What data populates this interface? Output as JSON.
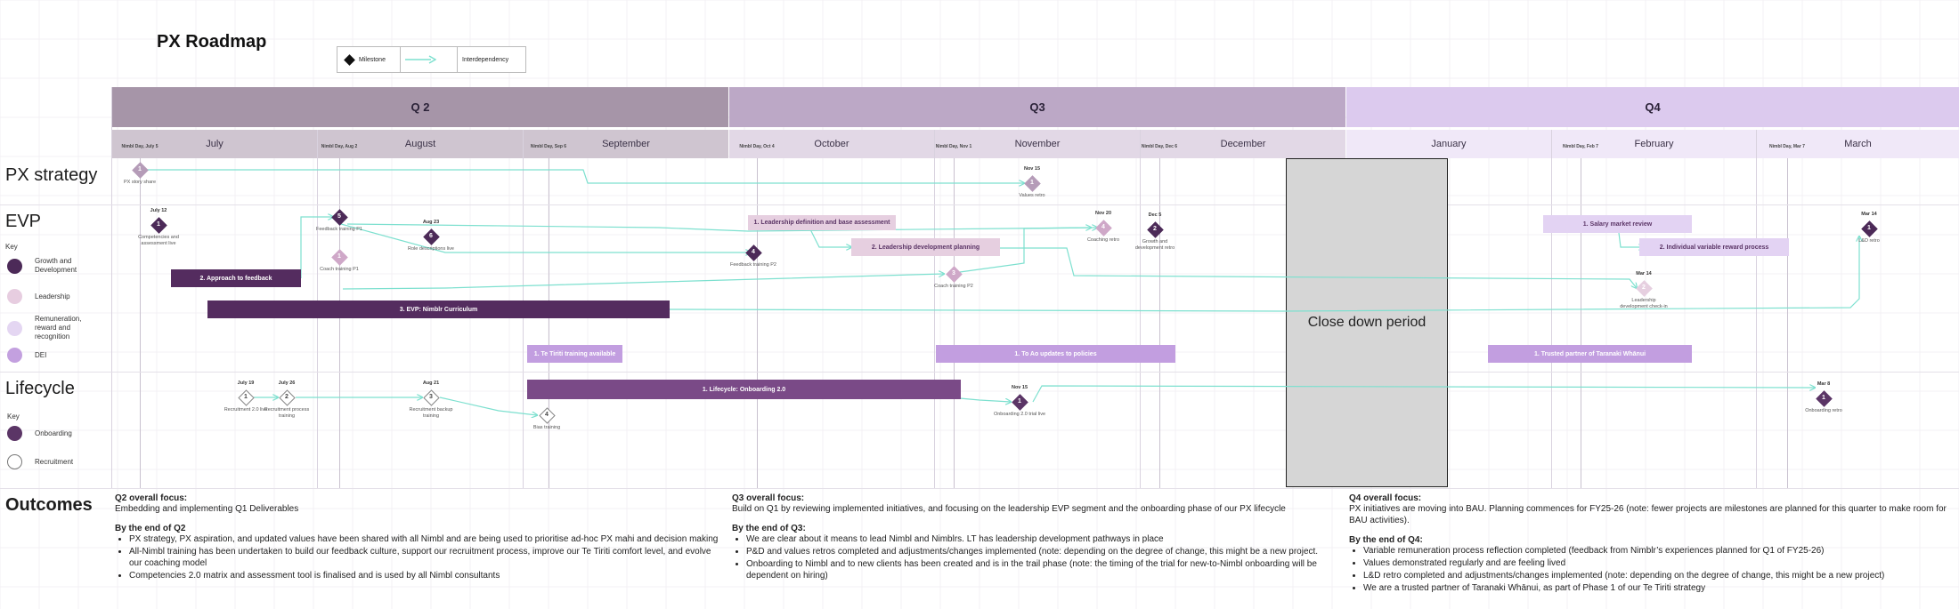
{
  "title": "PX Roadmap",
  "legend": {
    "milestone": "Milestone",
    "interdependency": "Interdependency"
  },
  "quarters": [
    {
      "label": "Q 2",
      "color": "#a695a8"
    },
    {
      "label": "Q3",
      "color": "#bca8c6"
    },
    {
      "label": "Q4",
      "color": "#dccaee"
    }
  ],
  "months": [
    "July",
    "August",
    "September",
    "October",
    "November",
    "December",
    "January",
    "February",
    "March"
  ],
  "nimbl_days": [
    {
      "label": "Nimbl Day, July 5"
    },
    {
      "label": "Nimbl Day, Aug 2"
    },
    {
      "label": "Nimbl Day, Sep 6"
    },
    {
      "label": "Nimbl Day, Oct 4"
    },
    {
      "label": "Nimbl Day, Nov 1"
    },
    {
      "label": "Nimbl Day, Dec 6"
    },
    {
      "label": "Nimbl Day, Feb 7"
    },
    {
      "label": "Nimbl Day, Mar 7"
    }
  ],
  "sections": {
    "px_strategy": "PX strategy",
    "evp": "EVP",
    "lifecycle": "Lifecycle",
    "outcomes": "Outcomes"
  },
  "evp_key": {
    "title": "Key",
    "items": [
      {
        "label": "Growth and Development",
        "color": "#4c2a58"
      },
      {
        "label": "Leadership",
        "color": "#e7cde0"
      },
      {
        "label": "Remuneration, reward and recognition",
        "color": "#e4d6f2"
      },
      {
        "label": "DEI",
        "color": "#c3a0df"
      }
    ]
  },
  "lifecycle_key": {
    "title": "Key",
    "items": [
      {
        "label": "Onboarding",
        "color": "#5b3566"
      },
      {
        "label": "Recruitment",
        "color": "#ffffff"
      }
    ]
  },
  "bars": [
    {
      "label": "1. Leadership definition and base assessment",
      "fill": "#e6cfe0",
      "text": "#5b3566"
    },
    {
      "label": "2. Leadership development planning",
      "fill": "#e6cfe0",
      "text": "#5b3566"
    },
    {
      "label": "1. Salary market review",
      "fill": "#e3d3f3",
      "text": "#5b3566"
    },
    {
      "label": "2. Individual variable reward process",
      "fill": "#e3d3f3",
      "text": "#5b3566"
    },
    {
      "label": "2. Approach to feedback",
      "fill": "#542c5f",
      "text": "#ffffff"
    },
    {
      "label": "3. EVP: Nimblr Curriculum",
      "fill": "#542c5f",
      "text": "#ffffff"
    },
    {
      "label": "1. Te Tiriti training available",
      "fill": "#c29ee0",
      "text": "#ffffff"
    },
    {
      "label": "1. To Ao updates to policies",
      "fill": "#c29ee0",
      "text": "#ffffff"
    },
    {
      "label": "1. Trusted partner of Taranaki Whānui",
      "fill": "#c29ee0",
      "text": "#ffffff"
    },
    {
      "label": "1. Lifecycle: Onboarding 2.0",
      "fill": "#7a4a87",
      "text": "#ffffff"
    }
  ],
  "milestones": [
    {
      "num": "1",
      "date": "",
      "label": "PX story share",
      "color": "#b59cb8",
      "border": "#b59cb8",
      "numcolor": "#ffffff"
    },
    {
      "num": "1",
      "date": "Nov 15",
      "label": "Values retro",
      "color": "#b59cb8",
      "border": "#b59cb8",
      "numcolor": "#ffffff"
    },
    {
      "num": "1",
      "date": "July 12",
      "label": "Competencies and assessment live",
      "color": "#4c2a58",
      "border": "#4c2a58",
      "numcolor": "#ffffff"
    },
    {
      "num": "5",
      "date": "",
      "label": "Feedback training P1",
      "color": "#4c2a58",
      "border": "#4c2a58",
      "numcolor": "#ffffff"
    },
    {
      "num": "1",
      "date": "",
      "label": "Coach training P1",
      "color": "#cfa8c8",
      "border": "#cfa8c8",
      "numcolor": "#ffffff"
    },
    {
      "num": "6",
      "date": "Aug 23",
      "label": "Role descriptions live",
      "color": "#4c2a58",
      "border": "#4c2a58",
      "numcolor": "#ffffff"
    },
    {
      "num": "4",
      "date": "",
      "label": "Feedback training P2",
      "color": "#4c2a58",
      "border": "#4c2a58",
      "numcolor": "#ffffff"
    },
    {
      "num": "3",
      "date": "",
      "label": "Coach training P2",
      "color": "#cfa8c8",
      "border": "#cfa8c8",
      "numcolor": "#ffffff"
    },
    {
      "num": "4",
      "date": "Nov 20",
      "label": "Coaching retro",
      "color": "#cfa8c8",
      "border": "#cfa8c8",
      "numcolor": "#ffffff"
    },
    {
      "num": "2",
      "date": "Dec 5",
      "label": "Growth and development retro",
      "color": "#4c2a58",
      "border": "#4c2a58",
      "numcolor": "#ffffff"
    },
    {
      "num": "1",
      "date": "Mar 14",
      "label": "L&D retro",
      "color": "#4c2a58",
      "border": "#4c2a58",
      "numcolor": "#ffffff"
    },
    {
      "num": "2",
      "date": "Mar 14",
      "label": "Leadership development check-in",
      "color": "#e6cfe0",
      "border": "#e6cfe0",
      "numcolor": "#ffffff"
    },
    {
      "num": "1",
      "date": "July 19",
      "label": "Recruitment 2.0 live",
      "color": "#ffffff",
      "border": "#888888",
      "numcolor": "#444444"
    },
    {
      "num": "2",
      "date": "July 26",
      "label": "Recruitment process training",
      "color": "#ffffff",
      "border": "#888888",
      "numcolor": "#444444"
    },
    {
      "num": "3",
      "date": "Aug 21",
      "label": "Recruitment backup training",
      "color": "#ffffff",
      "border": "#888888",
      "numcolor": "#444444"
    },
    {
      "num": "4",
      "date": "",
      "label": "Bias training",
      "color": "#ffffff",
      "border": "#888888",
      "numcolor": "#444444"
    },
    {
      "num": "1",
      "date": "Nov 15",
      "label": "Onboarding 2.0 trial live",
      "color": "#5b3566",
      "border": "#5b3566",
      "numcolor": "#ffffff"
    },
    {
      "num": "1",
      "date": "Mar 8",
      "label": "Onboarding retro",
      "color": "#5b3566",
      "border": "#5b3566",
      "numcolor": "#ffffff"
    }
  ],
  "close_down": "Close down period",
  "outcomes": [
    {
      "focus_title": "Q2 overall focus:",
      "focus_text": "Embedding and implementing Q1 Deliverables",
      "end_title": "By the end of Q2",
      "bullets": [
        "PX strategy, PX aspiration, and updated values have been shared with all Nimbl and are being used to prioritise ad-hoc PX mahi and decision making",
        "All-Nimbl training has been undertaken to build our feedback culture, support our recruitment process, improve our Te Tiriti comfort level, and evolve our coaching model",
        "Competencies 2.0 matrix and assessment tool  is finalised and is used by all Nimbl consultants"
      ]
    },
    {
      "focus_title": "Q3 overall focus:",
      "focus_text": "Build on Q1 by reviewing implemented initiatives, and focusing on the leadership EVP segment and the onboarding phase of our PX lifecycle",
      "end_title": "By the end of Q3:",
      "bullets": [
        "We are clear about it means to lead Nimbl and Nimblrs. LT has leadership development pathways in place",
        "P&D and values retros completed and adjustments/changes implemented (note: depending on the degree of change, this might be a new project.",
        "Onboarding to Nimbl and to new clients has been created and is in the trail phase (note: the timing of the trial for new-to-Nimbl onboarding will be dependent on hiring)"
      ]
    },
    {
      "focus_title": "Q4 overall focus:",
      "focus_text": "PX initiatives are moving into BAU. Planning commences for FY25-26 (note: fewer projects are milestones are planned for this quarter to make room for BAU activities).",
      "end_title": "By the end of Q4:",
      "bullets": [
        "Variable remuneration process reflection completed (feedback from Nimblr’s experiences planned for Q1 of FY25-26)",
        "Values demonstrated regularly and are feeling lived",
        "L&D retro completed and adjustments/changes implemented (note: depending on the degree of change, this might be a new project)",
        "We are a trusted partner of Taranaki Whānui, as part of Phase 1 of our Te Tiriti strategy"
      ]
    }
  ],
  "colors": {
    "link": "#7de0cf",
    "grid": "#d9d2df"
  }
}
